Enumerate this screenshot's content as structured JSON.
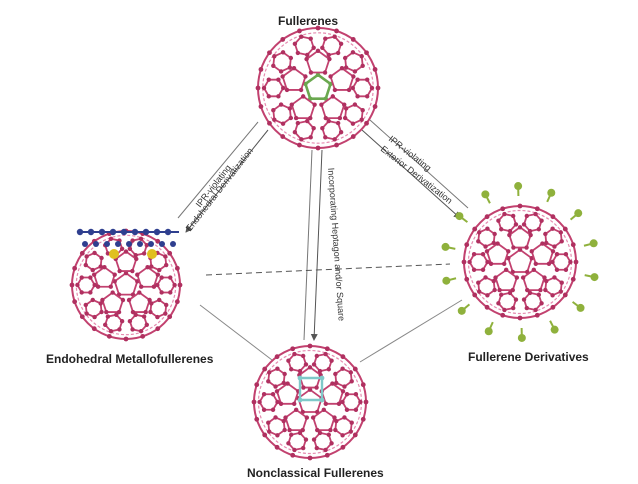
{
  "nodes": {
    "fullerenes": "Fullerenes",
    "endohedral": "Endohedral Metallofullerenes",
    "derivatives": "Fullerene Derivatives",
    "nonclassical": "Nonclassical Fullerenes"
  },
  "edges": {
    "to_endohedral_line1": "IPR-violating",
    "to_endohedral_line2": "Endohedral Derivatization",
    "to_derivatives_line1": "IPR-violating",
    "to_derivatives_line2": "Exterior Derivatization",
    "to_nonclassical": "Incorporating Heptagon and/or Square"
  },
  "colors": {
    "cage": "#c2416f",
    "cage_light": "#e58bb0",
    "atom": "#b03060",
    "pentagon_highlight": "#6aa84f",
    "metal_cluster": "#2f3f8f",
    "metal_atom": "#e0c020",
    "substituent": "#8fb13c",
    "square_highlight": "#7fc9c9",
    "edge_line": "#666666",
    "dashed_line": "#444444"
  }
}
